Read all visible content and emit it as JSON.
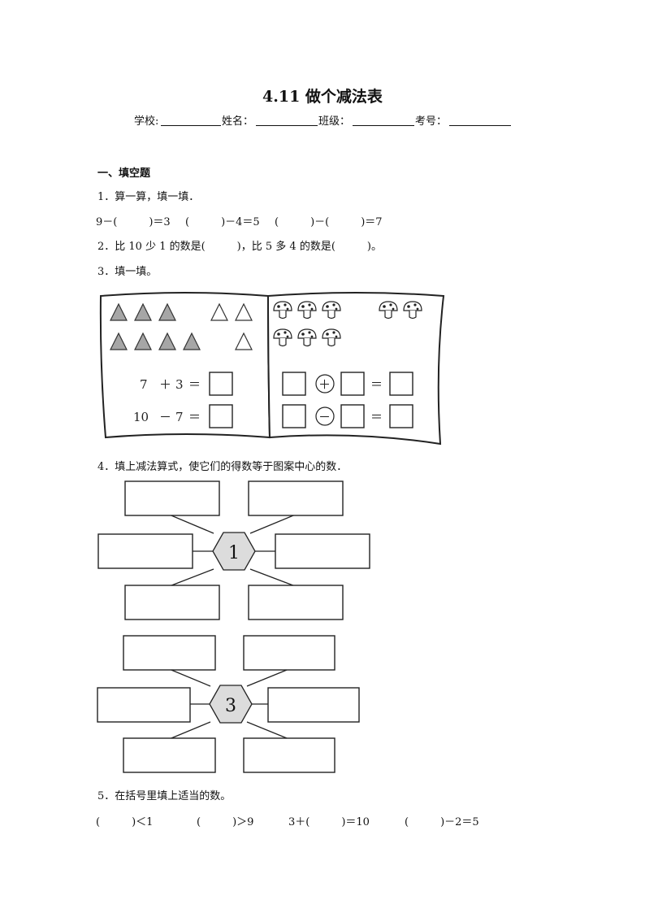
{
  "title": "4.11 做个减法表",
  "info": {
    "school": "学校:",
    "name": "姓名：",
    "class": "班级：",
    "exam_no": "考号："
  },
  "section1": "一、填空题",
  "q1": {
    "prompt": "1．算一算，填一填．",
    "items": [
      "9－(　　　)＝3",
      "(　　　)－4＝5",
      "(　　　)－(　　　)＝7"
    ]
  },
  "q2": "2．比 10 少 1 的数是(　　　)，比 5 多 4 的数是(　　　)。",
  "q3": {
    "prompt": "3．填一填。",
    "eq1": [
      "7",
      "＋",
      "3",
      "＝"
    ],
    "eq2": [
      "10",
      "－",
      "7",
      "＝"
    ],
    "plus": "＋",
    "minus": "－",
    "equals": "＝",
    "left_top_filled": 3,
    "left_top_outline": 2,
    "left_bottom_filled": 4,
    "left_bottom_outline": 1,
    "right_top_group1": 3,
    "right_top_group2": 2,
    "right_bottom": 3
  },
  "q4": {
    "prompt": "4．填上减法算式，使它们的得数等于图案中心的数．",
    "center1": "1",
    "center2": "3"
  },
  "q5": {
    "prompt": "5．在括号里填上适当的数。",
    "items": [
      "(　　　)＜1",
      "(　　　)＞9",
      "3＋(　　　)＝10",
      "(　　　)－2＝5"
    ]
  },
  "colors": {
    "triangle_fill": "#a6a6a6",
    "hexagon_fill": "#dcdcdc"
  },
  "icons": [
    "triangle-icon",
    "mushroom-icon"
  ]
}
